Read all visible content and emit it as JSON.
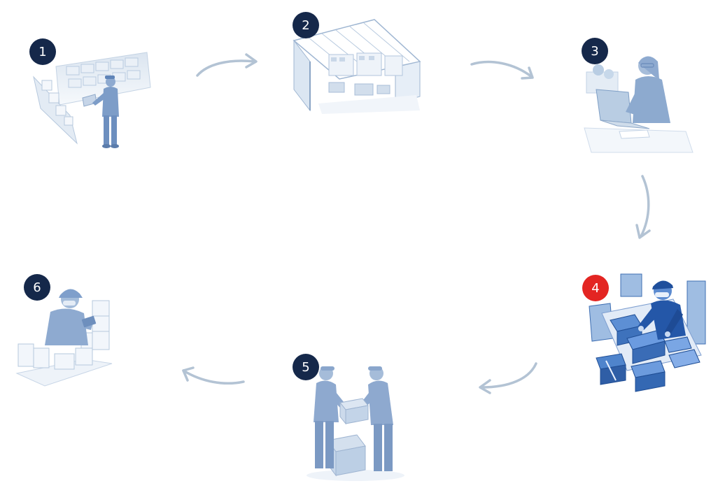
{
  "colors": {
    "badge_default": "#15284a",
    "badge_active": "#e32522",
    "arrow": "#b3c3d4",
    "illustration_light": "#a9c0dc",
    "illustration_mid": "#7b9cc6",
    "illustration_active": "#3f73bd",
    "illustration_active_dark": "#21509a"
  },
  "steps": [
    {
      "number": "1",
      "active": false,
      "icon": "warehouse-worker-at-workstation"
    },
    {
      "number": "2",
      "active": false,
      "icon": "warehouse-building"
    },
    {
      "number": "3",
      "active": false,
      "icon": "woman-at-laptop"
    },
    {
      "number": "4",
      "active": true,
      "icon": "worker-packing-boxes"
    },
    {
      "number": "5",
      "active": false,
      "icon": "workers-handing-over-box"
    },
    {
      "number": "6",
      "active": false,
      "icon": "worker-with-tablet-and-parcels"
    }
  ]
}
